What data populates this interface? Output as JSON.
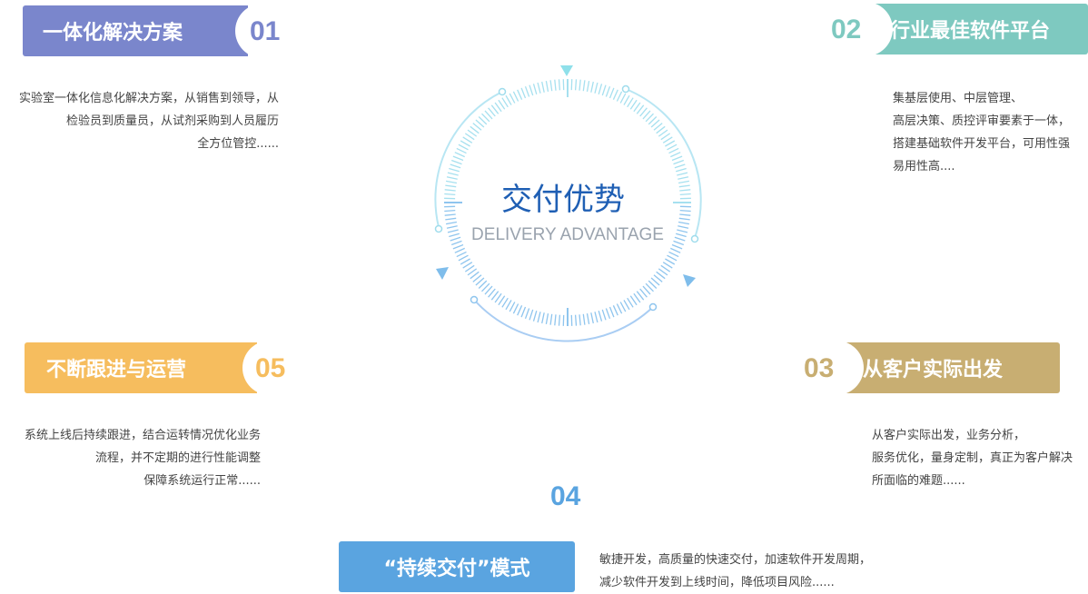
{
  "colors": {
    "c01": "#7a86cc",
    "c02": "#7ec9c0",
    "c03": "#c8ae72",
    "c04": "#5aa4e0",
    "c05": "#f6bd5e",
    "center_title": "#1f5fb4",
    "dial_light": "#a6e0ef",
    "dial_deep": "#8fc5ee"
  },
  "center": {
    "title": "交付优势",
    "subtitle": "DELIVERY ADVANTAGE"
  },
  "items": [
    {
      "num": "01",
      "title": "一体化解决方案",
      "lines": [
        "实验室一体化信息化解决方案，从销售到领导，从",
        "检验员到质量员，从试剂采购到人员履历",
        "全方位管控......"
      ]
    },
    {
      "num": "02",
      "title": "行业最佳软件平台",
      "lines": [
        "集基层使用、中层管理、",
        "高层决策、质控评审要素于一体，",
        "搭建基础软件开发平台，可用性强",
        "易用性高...."
      ]
    },
    {
      "num": "03",
      "title": "从客户实际出发",
      "lines": [
        "从客户实际出发，业务分析，",
        "服务优化，量身定制，真正为客户解决",
        "所面临的难题......"
      ]
    },
    {
      "num": "04",
      "title": "“持续交付”模式",
      "lines": [
        "敏捷开发，高质量的快速交付，加速软件开发周期，",
        "减少软件开发到上线时间，降低项目风险......"
      ]
    },
    {
      "num": "05",
      "title": "不断跟进与运营",
      "lines": [
        "系统上线后持续跟进，结合运转情况优化业务",
        "流程，并不定期的进行性能调整",
        "保障系统运行正常......"
      ]
    }
  ]
}
